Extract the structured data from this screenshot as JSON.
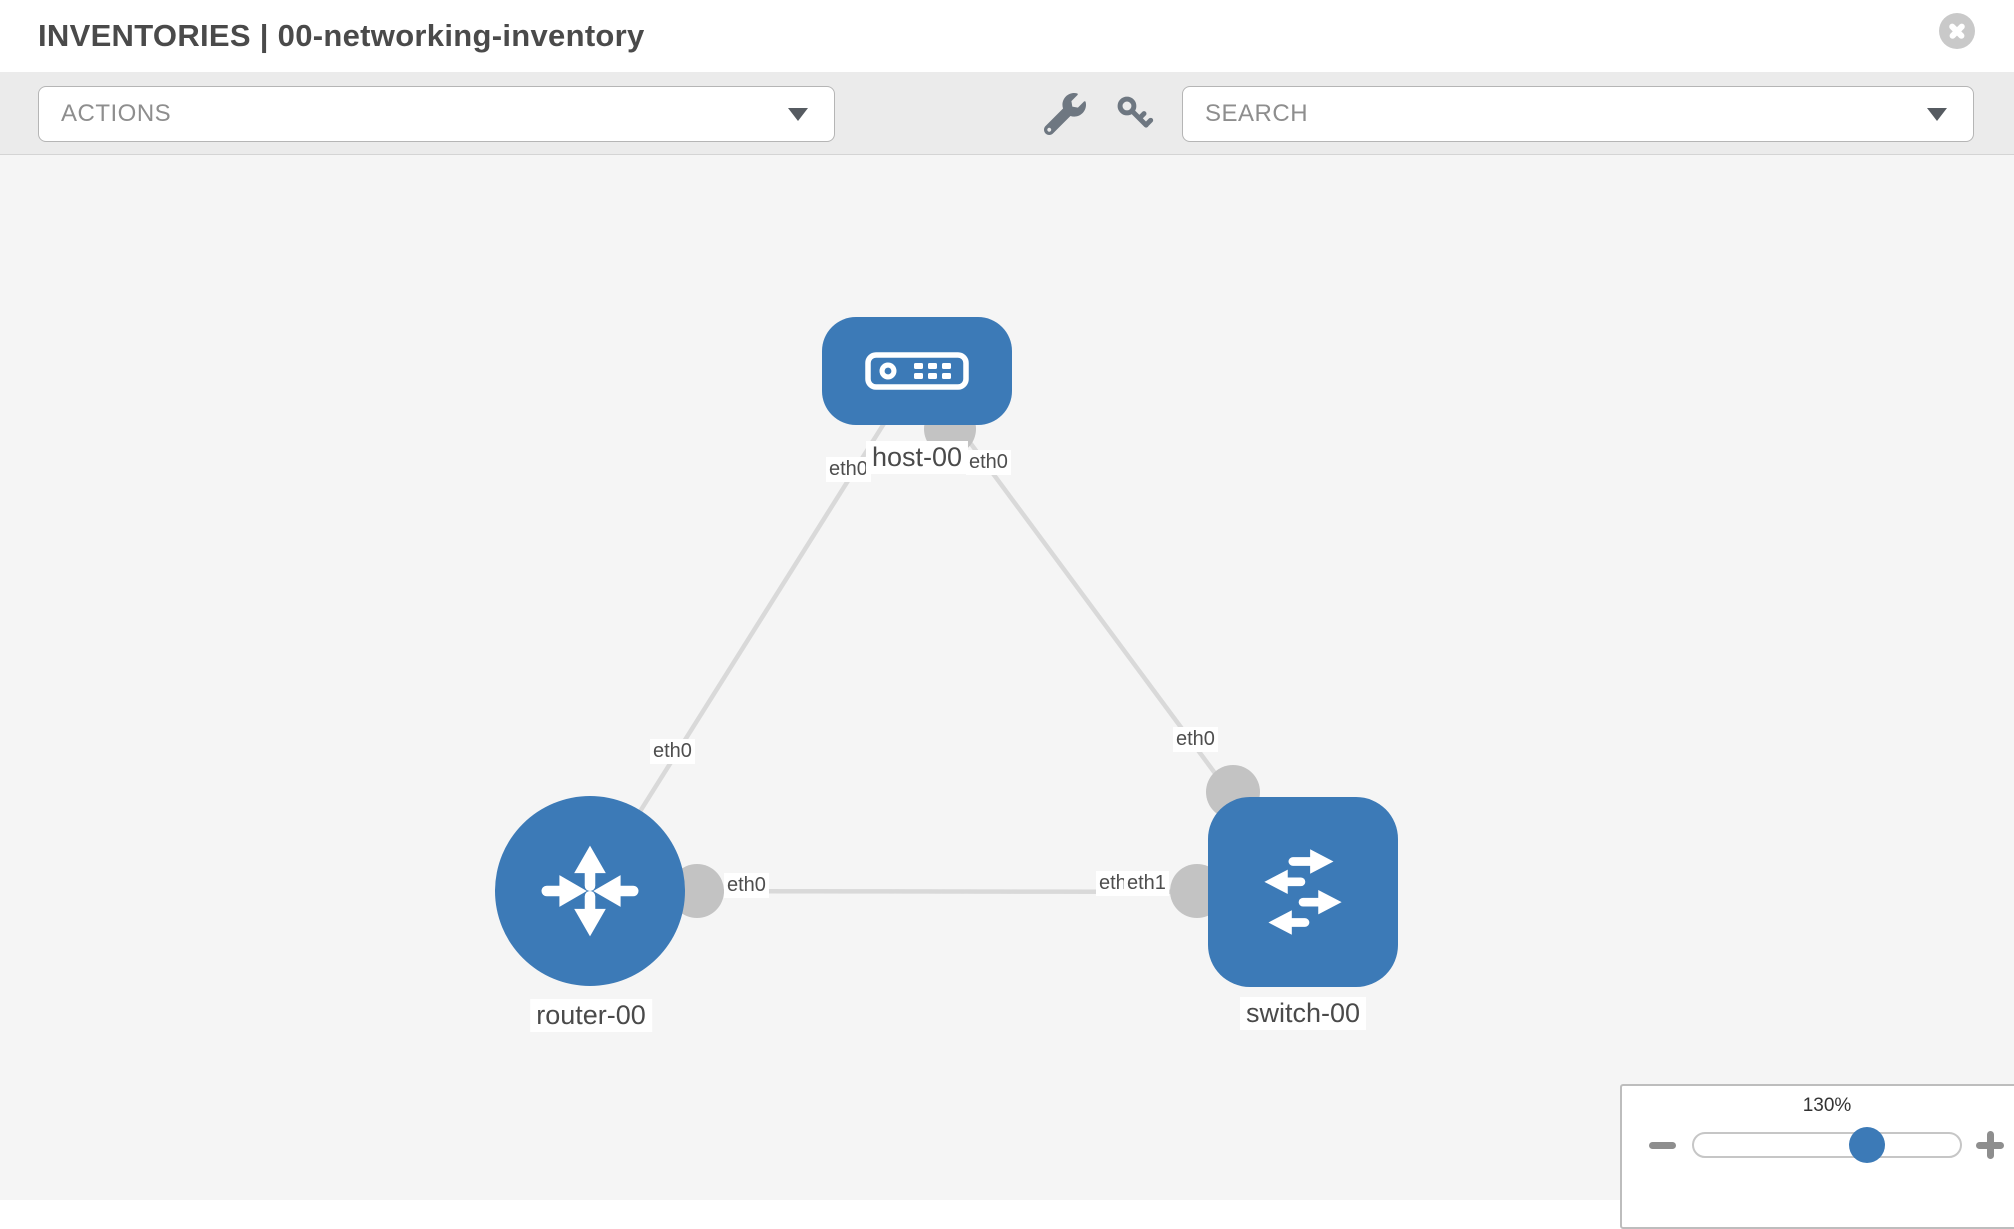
{
  "header": {
    "title": "INVENTORIES | 00-networking-inventory"
  },
  "toolbar": {
    "actions": "ACTIONS",
    "search": "SEARCH"
  },
  "nodes": [
    {
      "id": "host-00",
      "label": "host-00",
      "type": "host"
    },
    {
      "id": "router-00",
      "label": "router-00",
      "type": "router"
    },
    {
      "id": "switch-00",
      "label": "switch-00",
      "type": "switch"
    }
  ],
  "links": [
    {
      "from": "host-00",
      "to": "router-00",
      "from_port": "eth0",
      "to_port": "eth0"
    },
    {
      "from": "host-00",
      "to": "switch-00",
      "from_port": "eth0",
      "to_port": "eth0"
    },
    {
      "from": "router-00",
      "to": "switch-00",
      "from_port": "eth0",
      "to_port": "eth1"
    }
  ],
  "ports": [
    {
      "node": "host-00",
      "link": "host-router",
      "label": "eth0"
    },
    {
      "node": "host-00",
      "link": "host-switch",
      "label": "eth0"
    },
    {
      "node": "router-00",
      "link": "host-router",
      "label": "eth0"
    },
    {
      "node": "switch-00",
      "link": "host-switch",
      "label": "eth0"
    },
    {
      "node": "router-00",
      "link": "router-switch",
      "label": "eth0"
    },
    {
      "node": "switch-00",
      "link": "router-switch",
      "label": "eth1",
      "occluded": true
    },
    {
      "node": "switch-00",
      "link": "router-switch",
      "label": "eth1"
    }
  ],
  "zoom": {
    "level": "130%"
  },
  "colors": {
    "node_blue": "#3c7ab7",
    "link_gray": "#d9d9d9",
    "connector_gray": "#c3c3c3",
    "canvas_bg": "#f5f5f5",
    "toolbar_bg": "#ebebeb",
    "panel_border": "#bdbdbd",
    "control_border": "#b5b5b5",
    "icon_gray": "#6e7781",
    "text_dark": "#4a4a4a",
    "text_muted": "#8e8e8e",
    "close_gray": "#c9c9c9"
  }
}
